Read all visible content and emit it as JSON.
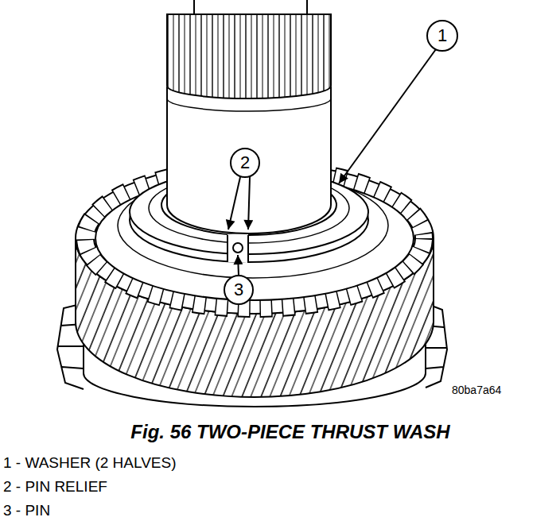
{
  "diagram": {
    "caption": "Fig. 56 TWO-PIECE THRUST WASH",
    "labels": [
      "1",
      "2",
      "3",
      "80ba7a64",
      "1 - WASHER (2 HALVES)",
      "2 - PIN RELIEF",
      "3 - PIN"
    ]
  }
}
